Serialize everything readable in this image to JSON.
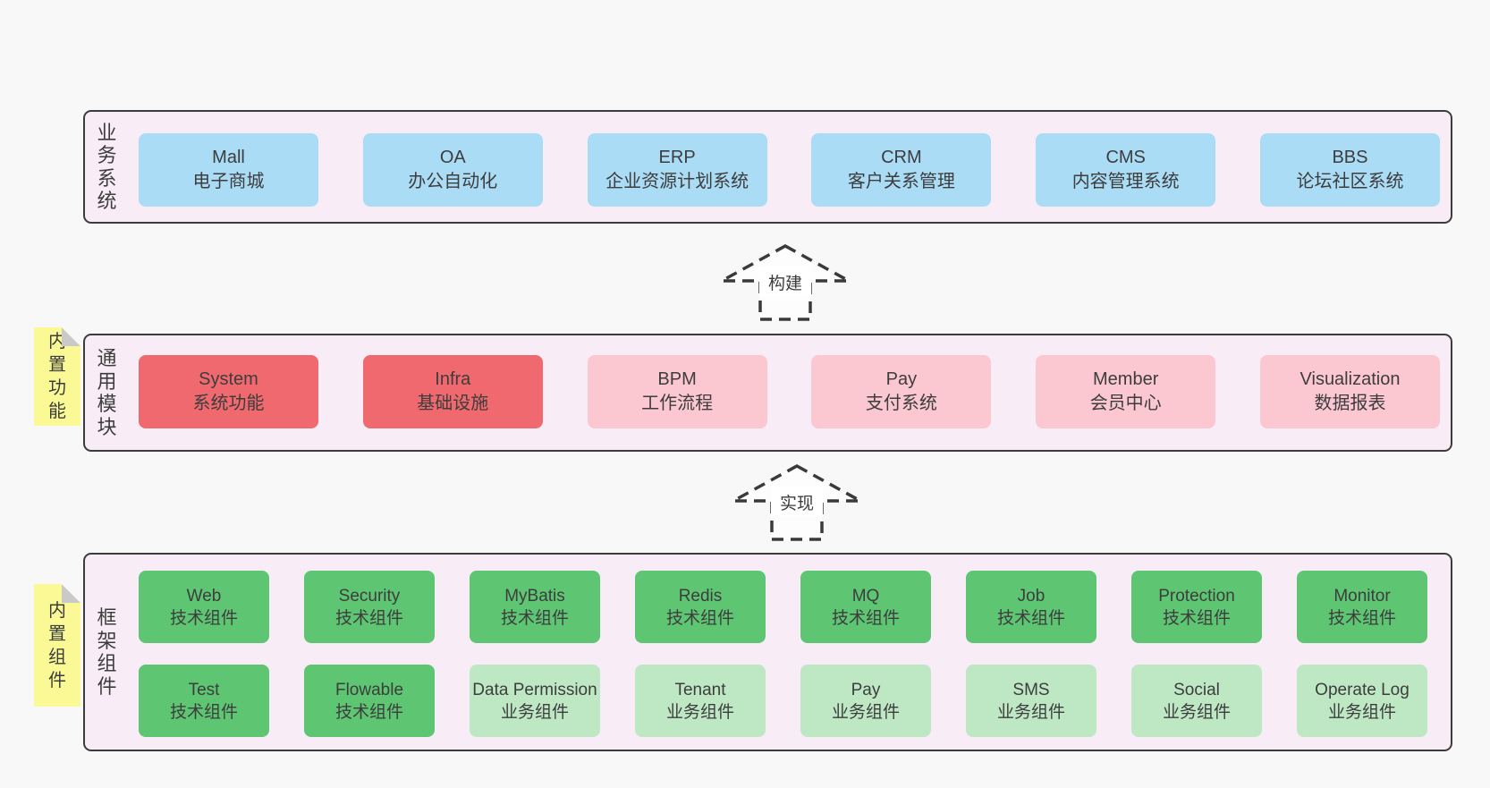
{
  "colors": {
    "page-bg": "#f8f8f8",
    "band-bg": "#f8edf6",
    "band-border": "#3c3c3c",
    "blue": "#abdcf5",
    "red": "#f0696e",
    "pink": "#fbc7d0",
    "green": "#5ec573",
    "green-light": "#bee8c4",
    "yellow": "#fbf996",
    "fold-gray": "#c9c9c9",
    "text": "#3d3d3d",
    "arrow-stroke": "#3a3a3a",
    "arrow-fill": "#fdfdfd"
  },
  "arrows": [
    {
      "label": "构建"
    },
    {
      "label": "实现"
    }
  ],
  "stickies": [
    {
      "label": "内置功能"
    },
    {
      "label": "内置组件"
    }
  ],
  "bands": {
    "business": {
      "label": "业务系统",
      "boxes": [
        {
          "en": "Mall",
          "zh": "电子商城",
          "variant": "blue"
        },
        {
          "en": "OA",
          "zh": "办公自动化",
          "variant": "blue"
        },
        {
          "en": "ERP",
          "zh": "企业资源计划系统",
          "variant": "blue"
        },
        {
          "en": "CRM",
          "zh": "客户关系管理",
          "variant": "blue"
        },
        {
          "en": "CMS",
          "zh": "内容管理系统",
          "variant": "blue"
        },
        {
          "en": "BBS",
          "zh": "论坛社区系统",
          "variant": "blue"
        }
      ]
    },
    "modules": {
      "label": "通用模块",
      "boxes": [
        {
          "en": "System",
          "zh": "系统功能",
          "variant": "red"
        },
        {
          "en": "Infra",
          "zh": "基础设施",
          "variant": "red"
        },
        {
          "en": "BPM",
          "zh": "工作流程",
          "variant": "pink"
        },
        {
          "en": "Pay",
          "zh": "支付系统",
          "variant": "pink"
        },
        {
          "en": "Member",
          "zh": "会员中心",
          "variant": "pink"
        },
        {
          "en": "Visualization",
          "zh": "数据报表",
          "variant": "pink"
        }
      ]
    },
    "components": {
      "label": "框架组件",
      "rows": [
        [
          {
            "en": "Web",
            "zh": "技术组件",
            "variant": "green"
          },
          {
            "en": "Security",
            "zh": "技术组件",
            "variant": "green"
          },
          {
            "en": "MyBatis",
            "zh": "技术组件",
            "variant": "green"
          },
          {
            "en": "Redis",
            "zh": "技术组件",
            "variant": "green"
          },
          {
            "en": "MQ",
            "zh": "技术组件",
            "variant": "green"
          },
          {
            "en": "Job",
            "zh": "技术组件",
            "variant": "green"
          },
          {
            "en": "Protection",
            "zh": "技术组件",
            "variant": "green"
          },
          {
            "en": "Monitor",
            "zh": "技术组件",
            "variant": "green"
          }
        ],
        [
          {
            "en": "Test",
            "zh": "技术组件",
            "variant": "green"
          },
          {
            "en": "Flowable",
            "zh": "技术组件",
            "variant": "green"
          },
          {
            "en": "Data Permission",
            "zh": "业务组件",
            "variant": "green-light"
          },
          {
            "en": "Tenant",
            "zh": "业务组件",
            "variant": "green-light"
          },
          {
            "en": "Pay",
            "zh": "业务组件",
            "variant": "green-light"
          },
          {
            "en": "SMS",
            "zh": "业务组件",
            "variant": "green-light"
          },
          {
            "en": "Social",
            "zh": "业务组件",
            "variant": "green-light"
          },
          {
            "en": "Operate Log",
            "zh": "业务组件",
            "variant": "green-light"
          }
        ]
      ]
    }
  }
}
